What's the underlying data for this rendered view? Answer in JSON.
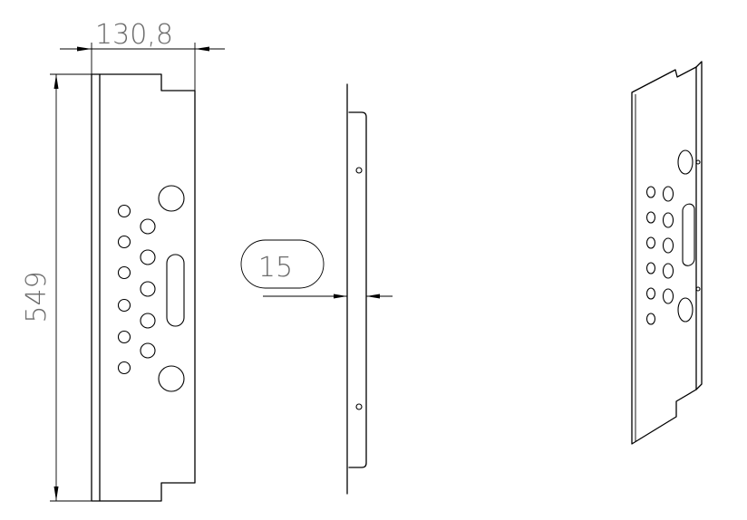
{
  "dimensions": {
    "width": "130,8",
    "height": "549",
    "thickness": "15"
  },
  "colors": {
    "stroke": "#000000",
    "dimension_text": "#6b6b6b",
    "background": "#ffffff"
  }
}
